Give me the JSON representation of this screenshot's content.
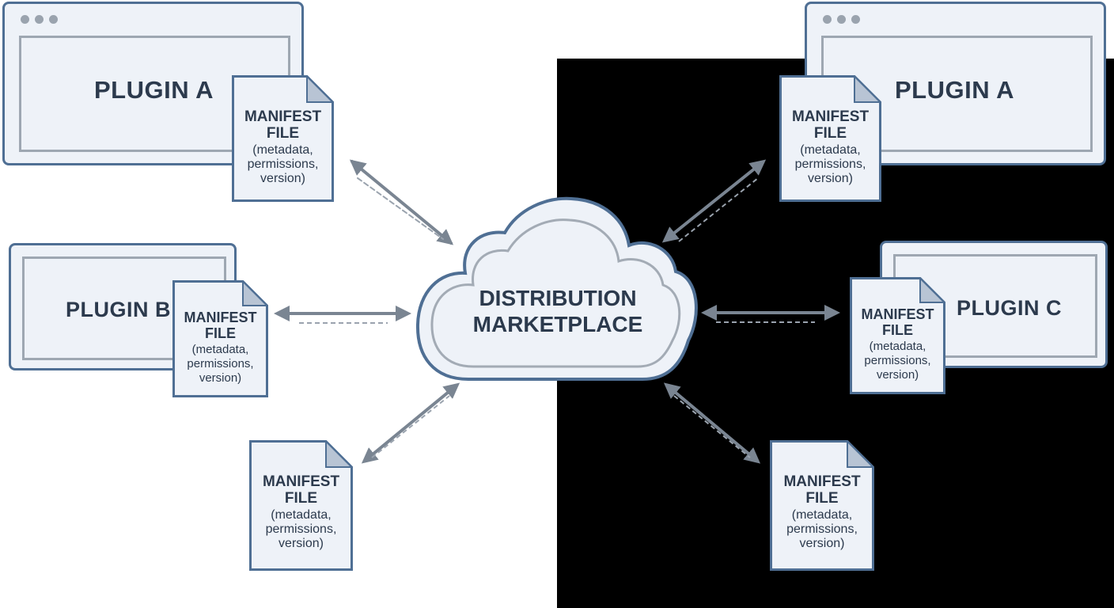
{
  "hub": {
    "line1": "DISTRIBUTION",
    "line2": "MARKETPLACE"
  },
  "plugins": {
    "a_left": "PLUGIN A",
    "b": "PLUGIN B",
    "a_right": "PLUGIN A",
    "c": "PLUGIN C"
  },
  "manifest": {
    "title_line1": "MANIFEST",
    "title_line2": "FILE",
    "detail_line1": "(metadata,",
    "detail_line2": "permissions,",
    "detail_line3": "version)"
  },
  "colors": {
    "border_blue": "#4f6f94",
    "panel_fill": "#eef2f8",
    "arrow_gray": "#7a8592",
    "text_dark": "#2c3a4d",
    "right_background": "#000000"
  }
}
